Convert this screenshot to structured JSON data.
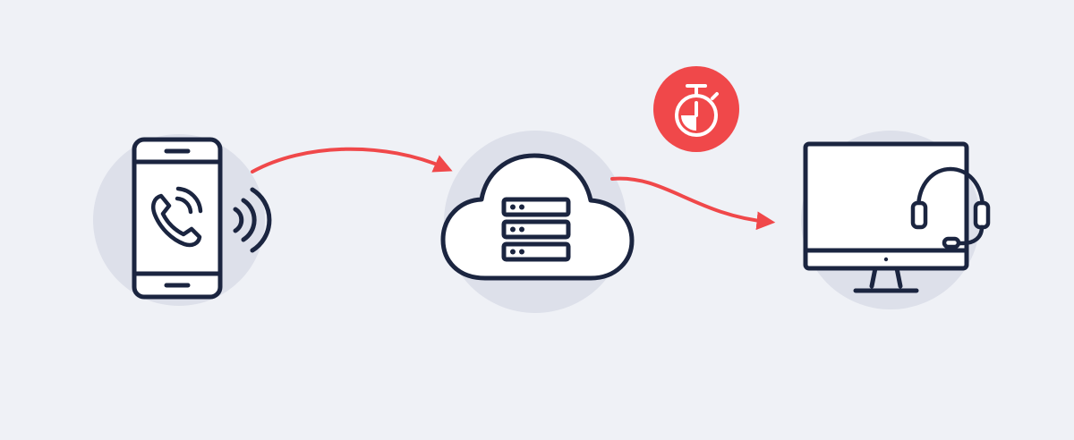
{
  "diagram": {
    "nodes": [
      {
        "id": "caller",
        "icon": "smartphone-call-icon"
      },
      {
        "id": "cloud",
        "icon": "cloud-server-icon"
      },
      {
        "id": "agent",
        "icon": "monitor-headset-icon"
      }
    ],
    "edges": [
      {
        "from": "caller",
        "to": "cloud"
      },
      {
        "from": "cloud",
        "to": "agent"
      }
    ],
    "badge": {
      "icon": "stopwatch-icon"
    }
  },
  "colors": {
    "background": "#eff1f6",
    "halo": "#dde0ea",
    "ink": "#1b2540",
    "accent": "#f0484a",
    "screen": "#ffffff"
  }
}
